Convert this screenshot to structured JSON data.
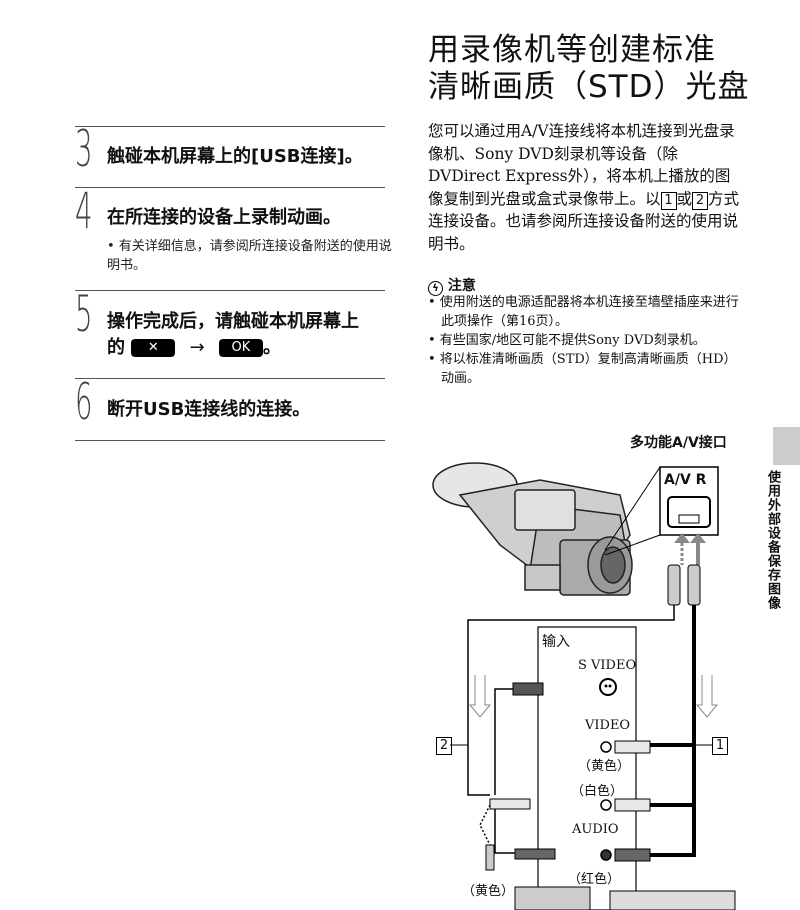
{
  "steps": [
    {
      "num": "3",
      "text": "触碰本机屏幕上的[USB连接]。"
    },
    {
      "num": "4",
      "text": "在所连接的设备上录制动画。",
      "bullet": "• 有关详细信息，请参阅所连接设备附送的使用说明书。"
    },
    {
      "num": "5",
      "text_line1": "操作完成后，请触碰本机屏幕上",
      "text_line2_pre": "的",
      "btn_x": "✕",
      "arrow": "→",
      "btn_ok": "OK",
      "text_line2_post": "。"
    },
    {
      "num": "6",
      "text": "断开USB连接线的连接。"
    }
  ],
  "title_line1": "用录像机等创建标准",
  "title_line2": "清晰画质（STD）光盘",
  "intro": {
    "p1": "您可以通过用A/V连接线将本机连接到光盘录像机、Sony DVD刻录机等设备（除DVDirect Express外），将本机上播放的图像复制到光盘或盒式录像带上。以",
    "box1": "1",
    "mid": "或",
    "box2": "2",
    "p2": "方式连接设备。也请参阅所连接设备附送的使用说明书。"
  },
  "note": {
    "title": "注意",
    "items": [
      "• 使用附送的电源适配器将本机连接至墙壁插座来进行此项操作（第16页）。",
      "• 有些国家/地区可能不提供Sony DVD刻录机。",
      "• 将以标准清晰画质（STD）复制高清晰画质（HD）动画。"
    ]
  },
  "sidebar_label": "使用外部设备保存图像",
  "diagram": {
    "port_title": "多功能A/V接口",
    "port_label": "A/V R",
    "input": "输入",
    "s_video": "S VIDEO",
    "video": "VIDEO",
    "yellow1": "（黄色）",
    "white": "（白色）",
    "audio": "AUDIO",
    "red": "（红色）",
    "yellow2": "（黄色）",
    "cable1": "1",
    "cable2": "2"
  }
}
